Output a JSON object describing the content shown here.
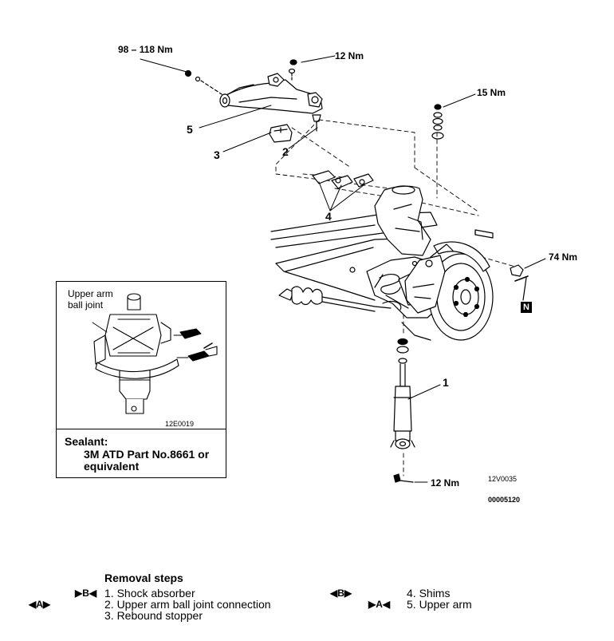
{
  "torques": {
    "upper_arm_bolt": "98 – 118 Nm",
    "ball_joint_nut": "12 Nm",
    "shock_top_nut": "15 Nm",
    "lower_nut": "74 Nm",
    "shock_bottom_nut": "12 Nm"
  },
  "callouts": [
    "1",
    "2",
    "3",
    "4",
    "5"
  ],
  "n_badge": "N",
  "inset": {
    "label": "Upper arm\nball joint",
    "figure_code": "12E0019",
    "sealant_title": "Sealant:",
    "sealant_spec": "3M ATD Part No.8661 or equivalent"
  },
  "figure_codes": {
    "main": "12V0035",
    "doc": "00005120"
  },
  "removal": {
    "title": "Removal steps",
    "steps": [
      {
        "mark": "▶B◀",
        "text": "1. Shock absorber"
      },
      {
        "mark": "◀A▶",
        "text": "2. Upper arm ball joint connection"
      },
      {
        "mark": "",
        "text": "3. Rebound stopper"
      },
      {
        "mark": "◀B▶",
        "text": "4. Shims"
      },
      {
        "mark": "▶A◀",
        "text": "5. Upper arm"
      }
    ]
  }
}
